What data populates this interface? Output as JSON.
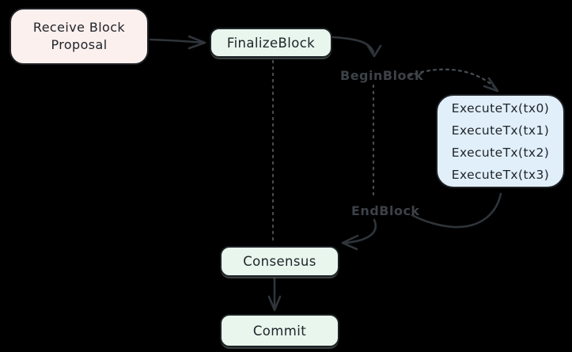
{
  "diagram": {
    "nodes": {
      "receive_proposal": {
        "lines": [
          "Receive Block",
          "Proposal"
        ]
      },
      "finalize_block": {
        "label": "FinalizeBlock"
      },
      "execute_tx": {
        "lines": [
          "ExecuteTx(tx0)",
          "ExecuteTx(tx1)",
          "ExecuteTx(tx2)",
          "ExecuteTx(tx3)"
        ]
      },
      "consensus": {
        "label": "Consensus"
      },
      "commit": {
        "label": "Commit"
      }
    },
    "phase_labels": {
      "begin": "BeginBlock",
      "end": "EndBlock"
    },
    "colors": {
      "background": "#000000",
      "node_pink_fill": "#fcf0ee",
      "node_green_fill": "#e8f6ed",
      "node_blue_fill": "#e1effa",
      "node_border": "#1d2125",
      "node_text": "#20242a",
      "phase_label_text": "#3c4247",
      "arrow_stroke": "#2f353a",
      "dotted_stroke": "#474d52"
    }
  }
}
